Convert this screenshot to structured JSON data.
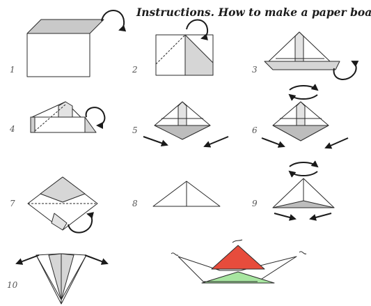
{
  "title": "Instructions. How to make a paper boat",
  "steps": [
    {
      "number": "1"
    },
    {
      "number": "2"
    },
    {
      "number": "3"
    },
    {
      "number": "4"
    },
    {
      "number": "5"
    },
    {
      "number": "6"
    },
    {
      "number": "7"
    },
    {
      "number": "8"
    },
    {
      "number": "9"
    },
    {
      "number": "10"
    }
  ],
  "colors": {
    "paper": "#ffffff",
    "fold_shade": "#d6d6d6",
    "outline": "#2a2a2a",
    "sail_red": "#e74c3c",
    "sail_green": "#a8e6a1"
  },
  "icons": [
    "rotate-arrow-icon",
    "flip-arrows-icon",
    "pull-arrow-icon"
  ]
}
